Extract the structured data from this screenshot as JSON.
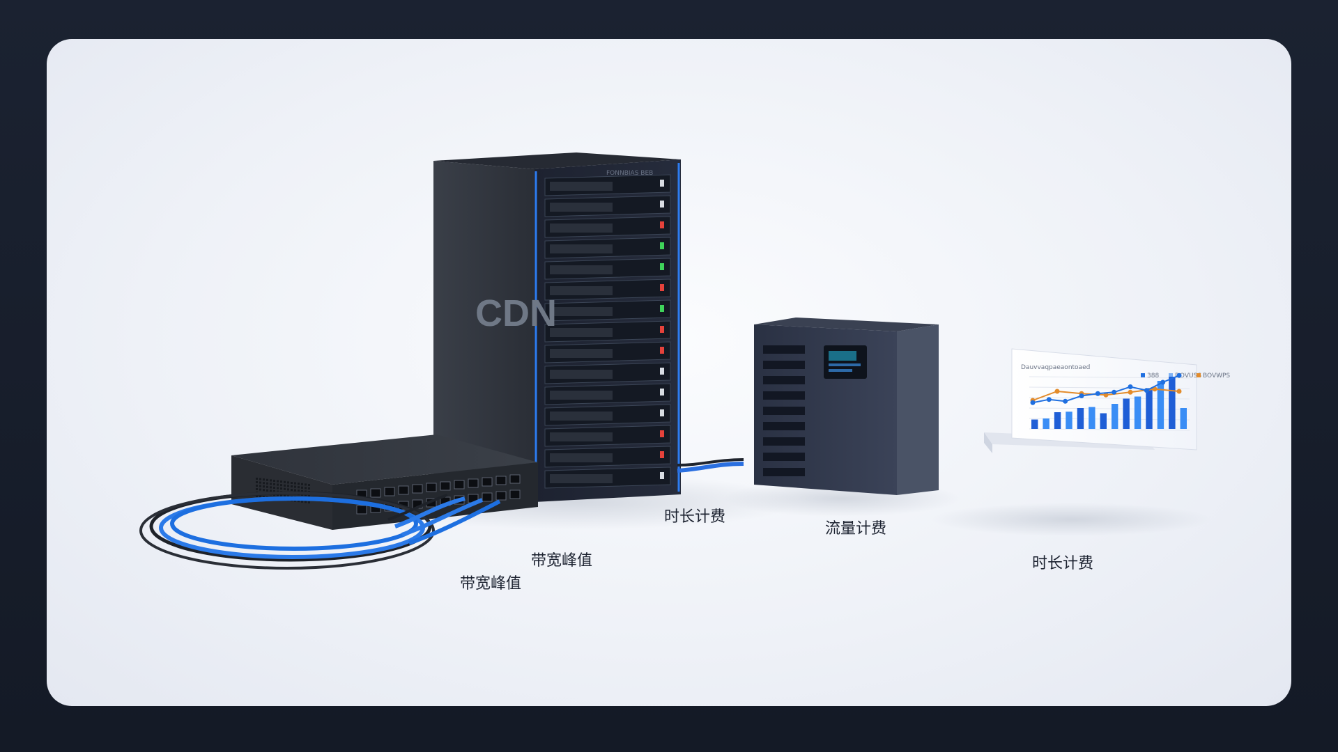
{
  "tower": {
    "brand": "CDN",
    "top_label": "FONNBIAS BEB"
  },
  "labels": {
    "tower_billing": "时长计费",
    "box_billing": "流量计费",
    "chart_billing": "时长计费",
    "switch_peak_upper": "带宽峰值",
    "switch_peak_lower": "带宽峰值"
  },
  "mini_chart": {
    "title": "Dauvvaqpaeaontoaed",
    "legend": [
      "388",
      "DOVUSS",
      "BOVWPS"
    ],
    "bars": [
      0.18,
      0.2,
      0.32,
      0.33,
      0.4,
      0.42,
      0.3,
      0.48,
      0.58,
      0.62,
      0.78,
      0.92,
      1.0,
      0.4
    ],
    "line_blue": [
      0.35,
      0.42,
      0.38,
      0.5,
      0.55,
      0.58,
      0.7,
      0.62,
      0.8,
      0.95
    ],
    "line_orange": [
      0.4,
      0.6,
      0.55,
      0.52,
      0.58,
      0.65,
      0.6
    ]
  },
  "colors": {
    "accent_blue": "#1f6fe0",
    "led_green": "#3fd35a",
    "led_red": "#e5423b",
    "line_orange": "#e38b2a"
  }
}
